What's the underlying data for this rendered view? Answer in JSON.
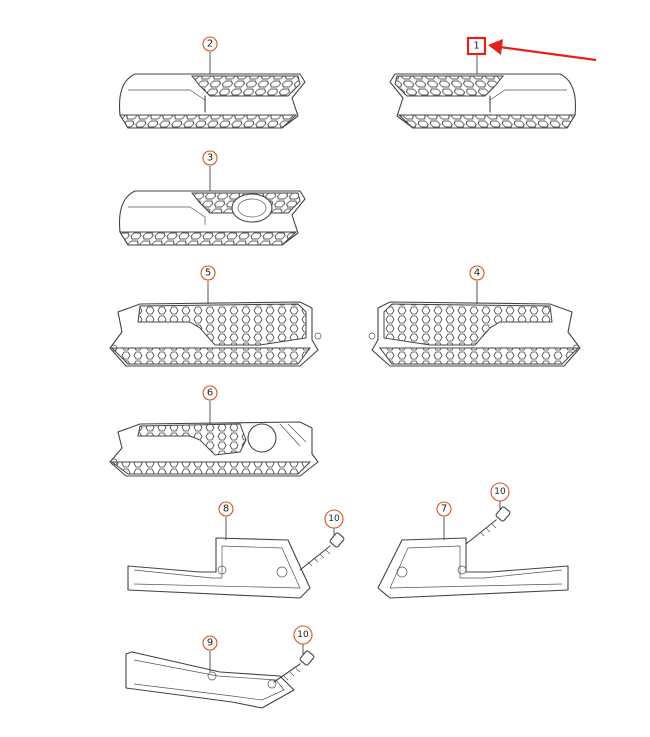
{
  "callouts": [
    {
      "id": "c2",
      "label": "2"
    },
    {
      "id": "c1",
      "label": "1"
    },
    {
      "id": "c3",
      "label": "3"
    },
    {
      "id": "c5",
      "label": "5"
    },
    {
      "id": "c4",
      "label": "4"
    },
    {
      "id": "c6",
      "label": "6"
    },
    {
      "id": "c8",
      "label": "8"
    },
    {
      "id": "c10a",
      "label": "10"
    },
    {
      "id": "c7",
      "label": "7"
    },
    {
      "id": "c10b",
      "label": "10"
    },
    {
      "id": "c9",
      "label": "9"
    },
    {
      "id": "c10c",
      "label": "10"
    }
  ],
  "highlight": {
    "target": "1",
    "color": "#e0241b"
  },
  "colors": {
    "callout_ring": "#d9541e",
    "line": "#444444",
    "highlight": "#e0241b"
  }
}
